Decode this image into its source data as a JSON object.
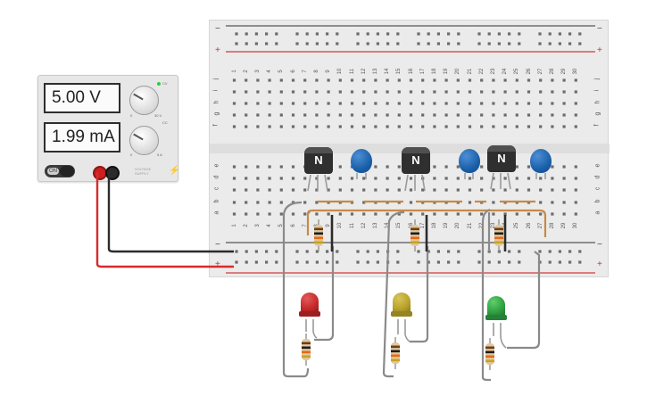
{
  "power_supply": {
    "voltage": "5.00 V",
    "current": "1.99 mA",
    "switch_label": "ON",
    "brand_lines": [
      "VOLTAGE",
      "SUPPLY"
    ],
    "knob_marks": {
      "voltage": {
        "min": "0",
        "max": "30 V"
      },
      "current": {
        "min": "0",
        "max": "5 A"
      }
    },
    "indicators": {
      "cv": "CV",
      "cc": "CC"
    },
    "terminal_colors": {
      "positive": "#cc1f1f",
      "negative": "#2b2b2b"
    }
  },
  "breadboard": {
    "rail_minus": "−",
    "rail_plus": "+",
    "columns": [
      "1",
      "2",
      "3",
      "4",
      "5",
      "6",
      "7",
      "8",
      "9",
      "10",
      "11",
      "12",
      "13",
      "14",
      "15",
      "16",
      "17",
      "18",
      "19",
      "20",
      "21",
      "22",
      "23",
      "24",
      "25",
      "26",
      "27",
      "28",
      "29",
      "30"
    ],
    "upper_rows": [
      "j",
      "i",
      "h",
      "g",
      "f"
    ],
    "lower_rows": [
      "e",
      "d",
      "c",
      "b",
      "a"
    ]
  },
  "components": {
    "transistors": [
      {
        "label": "N"
      },
      {
        "label": "N"
      },
      {
        "label": "N"
      }
    ],
    "capacitor_color": "#1a5fa8",
    "leds": [
      {
        "name": "red",
        "color": "#c62828"
      },
      {
        "name": "yellow",
        "color": "#b8a12a"
      },
      {
        "name": "green",
        "color": "#2e9e3e"
      }
    ]
  },
  "colors": {
    "wire_red": "#d62c2c",
    "wire_black": "#2b2b2b",
    "wire_gray": "#8a8a8a",
    "jumper_orange": "#c58a4a",
    "rail_red": "#d23a3a",
    "rail_dark": "#555555"
  }
}
